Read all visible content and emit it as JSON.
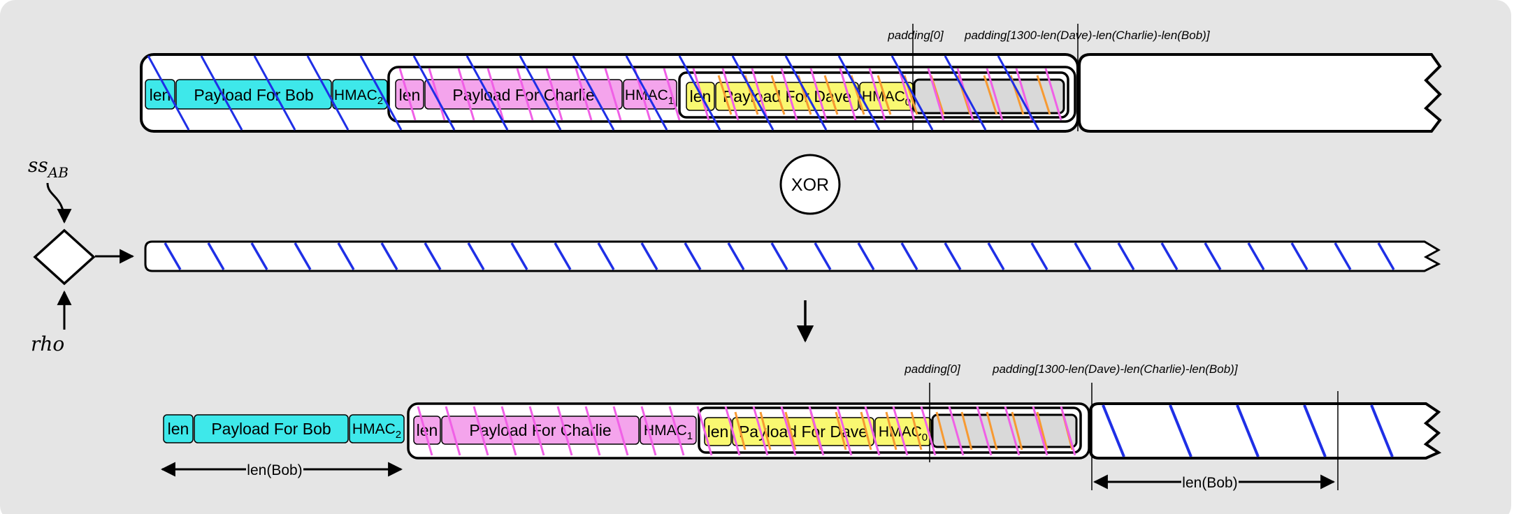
{
  "top_row": {
    "padding_first_label": "padding[0]",
    "padding_last_label": "padding[1300-len(Dave)-len(Charlie)-len(Bob)]",
    "bob": {
      "len": "len",
      "payload": "Payload For Bob",
      "hmac": "HMAC",
      "hmac_sub": "2"
    },
    "charlie": {
      "len": "len",
      "payload": "Payload For Charlie",
      "hmac": "HMAC",
      "hmac_sub": "1"
    },
    "dave": {
      "len": "len",
      "payload": "Payload For Dave",
      "hmac": "HMAC",
      "hmac_sub": "0"
    }
  },
  "xor_label": "XOR",
  "inputs": {
    "shared_secret": "ss",
    "shared_secret_sub": "AB",
    "rho": "rho"
  },
  "bottom_row": {
    "padding_first_label": "padding[0]",
    "padding_last_label": "padding[1300-len(Dave)-len(Charlie)-len(Bob)]",
    "bob": {
      "len": "len",
      "payload": "Payload For Bob",
      "hmac": "HMAC",
      "hmac_sub": "2"
    },
    "charlie": {
      "len": "len",
      "payload": "Payload For Charlie",
      "hmac": "HMAC",
      "hmac_sub": "1"
    },
    "dave": {
      "len": "len",
      "payload": "Payload For Dave",
      "hmac": "HMAC",
      "hmac_sub": "0"
    },
    "len_bob_left": "len(Bob)",
    "len_bob_right": "len(Bob)"
  },
  "colors": {
    "background": "#e5e5e5",
    "bob_fill": "#3ee8ea",
    "charlie_fill": "#f4a4ec",
    "dave_fill": "#f9f871",
    "padding_fill": "#d9d9d9",
    "stripe_blue": "#1f2fe6",
    "stripe_pink": "#f060e6",
    "stripe_orange": "#f79a32"
  }
}
